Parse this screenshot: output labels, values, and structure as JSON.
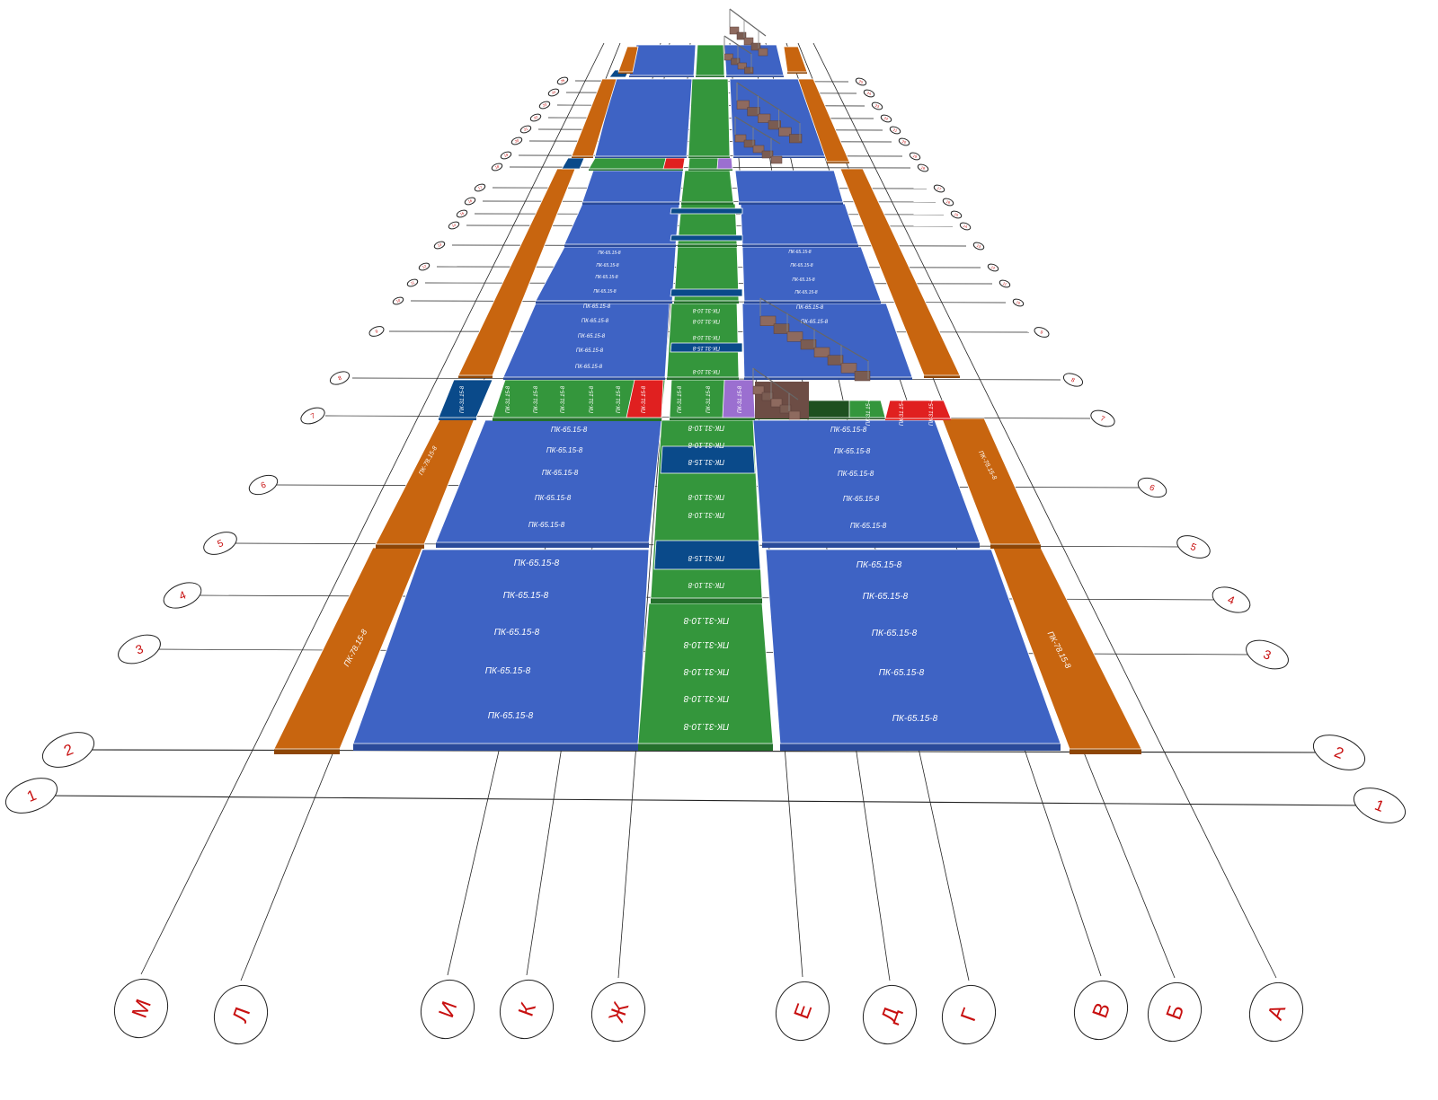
{
  "colors": {
    "blue": "#3e63c4",
    "blue_side": "#2a4a9a",
    "green": "#34963c",
    "green_side": "#24702c",
    "orange": "#c8650f",
    "orange_side": "#8e4606",
    "dark_blue": "#0a4a8a",
    "red": "#e02020",
    "purple": "#9b6fd0",
    "axis_red": "#c81010",
    "line": "#222222"
  },
  "axis_rows": [
    "1",
    "2",
    "3",
    "4",
    "5",
    "6",
    "7",
    "8",
    "9",
    "10",
    "11",
    "12",
    "13",
    "14",
    "15",
    "16",
    "17",
    "18",
    "19",
    "20",
    "21",
    "22",
    "23",
    "24",
    "25"
  ],
  "axis_cols": [
    "М",
    "Л",
    "И",
    "К",
    "Ж",
    "Е",
    "Д",
    "Г",
    "В",
    "Б",
    "А"
  ],
  "slab_labels": {
    "blue": "ПК-65.15-8",
    "green": "ПК-31.10-8",
    "dark": "ПК-31.15-8",
    "orange": "ПК-78.15-8",
    "small": "ПК-31.15-8"
  },
  "icons": [
    "stair-icon"
  ]
}
